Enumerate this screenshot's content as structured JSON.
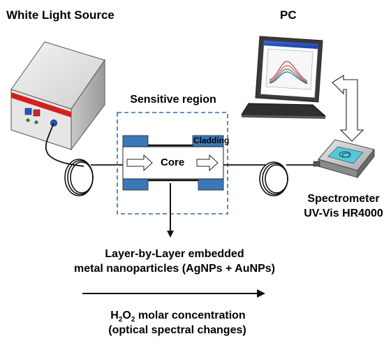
{
  "labels": {
    "light_source": "White Light Source",
    "pc": "PC",
    "sensitive_region": "Sensitive region",
    "cladding": "Cladding",
    "core": "Core",
    "spectrometer_line1": "Spectrometer",
    "spectrometer_line2": "UV-Vis HR4000",
    "lbl_line1": "Layer-by-Layer embedded",
    "lbl_line2": "metal nanoparticles (AgNPs + AuNPs)",
    "conc_line1_prefix": "H",
    "conc_sub1": "2",
    "conc_mid": "O",
    "conc_sub2": "2",
    "conc_line1_suffix": " molar concentration",
    "conc_line2": "(optical spectral changes)"
  },
  "colors": {
    "cladding_blue": "#3a78b8",
    "light_source_red": "#d42020",
    "sensitive_box_border": "#2e6fa8",
    "screen_blue": "#2a58c8"
  },
  "icons": [
    "light-source-icon",
    "pc-icon",
    "spectrometer-icon",
    "fiber-coil-icon",
    "arrow-icon"
  ]
}
